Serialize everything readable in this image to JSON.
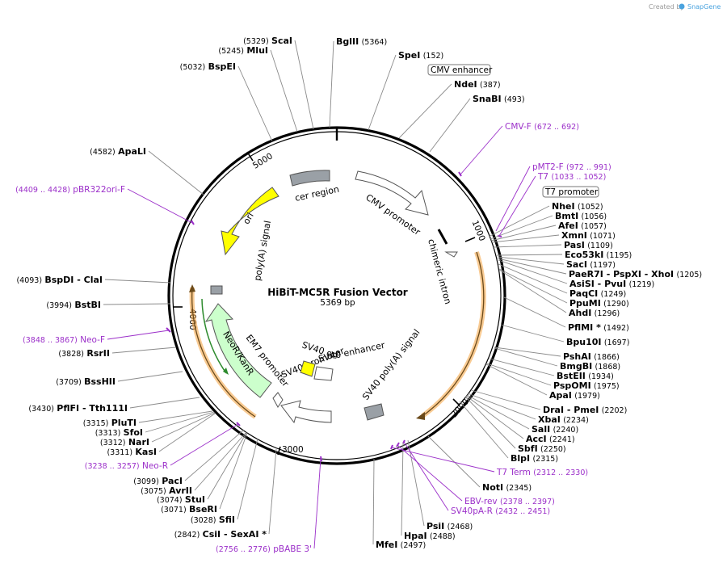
{
  "credit": {
    "prefix": "Created by",
    "brand": "SnapGene"
  },
  "map": {
    "title": "HiBiT-MC5R Fusion Vector",
    "length_label": "5369 bp",
    "total_bp": 5369,
    "ticks": [
      "1000",
      "2000",
      "3000",
      "4000",
      "5000"
    ],
    "colors": {
      "primer": "#9b2fc9",
      "ori": "#ffff00",
      "neo": "#ccffcc",
      "orange": "#f4a13a",
      "grey": "#9aa0a6",
      "sv40_ori": "#ffff00"
    }
  },
  "features": {
    "cmv_promoter": "CMV promoter",
    "cer_region": "cer region",
    "ori": "ori",
    "polya_signal": "poly(A) signal",
    "neor_kanr": "NeoR/KanR",
    "em7_promoter": "EM7 promoter",
    "sv40_promoter": "SV40 promoter",
    "sv40_ori": "SV40 ori",
    "sv40_enhancer": "SV40 enhancer",
    "sv40_polya": "SV40 poly(A) signal",
    "chimeric_intron": "chimeric intron"
  },
  "boxed_labels": {
    "cmv_enhancer": "CMV enhancer",
    "t7_promoter": "T7 promoter"
  },
  "sites": [
    {
      "name": "BglII",
      "pos": "(5364)"
    },
    {
      "name": "ScaI",
      "pos": "(5329)"
    },
    {
      "name": "MluI",
      "pos": "(5245)"
    },
    {
      "name": "BspEI",
      "pos": "(5032)"
    },
    {
      "name": "ApaLI",
      "pos": "(4582)"
    },
    {
      "name": "SpeI",
      "pos": "(152)"
    },
    {
      "name": "NdeI",
      "pos": "(387)"
    },
    {
      "name": "SnaBI",
      "pos": "(493)"
    },
    {
      "name": "NheI",
      "pos": "(1052)"
    },
    {
      "name": "BmtI",
      "pos": "(1056)"
    },
    {
      "name": "AfeI",
      "pos": "(1057)"
    },
    {
      "name": "XmnI",
      "pos": "(1071)"
    },
    {
      "name": "PasI",
      "pos": "(1109)"
    },
    {
      "name": "Eco53kI",
      "pos": "(1195)"
    },
    {
      "name": "SacI",
      "pos": "(1197)"
    },
    {
      "name": "PaeR7I - PspXI - XhoI",
      "pos": "(1205)"
    },
    {
      "name": "AsiSI - PvuI",
      "pos": "(1219)"
    },
    {
      "name": "PaqCI",
      "pos": "(1249)"
    },
    {
      "name": "PpuMI",
      "pos": "(1290)"
    },
    {
      "name": "AhdI",
      "pos": "(1296)"
    },
    {
      "name": "PflMI *",
      "pos": "(1492)"
    },
    {
      "name": "Bpu10I",
      "pos": "(1697)"
    },
    {
      "name": "PshAI",
      "pos": "(1866)"
    },
    {
      "name": "BmgBI",
      "pos": "(1868)"
    },
    {
      "name": "BstEII",
      "pos": "(1934)"
    },
    {
      "name": "PspOMI",
      "pos": "(1975)"
    },
    {
      "name": "ApaI",
      "pos": "(1979)"
    },
    {
      "name": "DraI - PmeI",
      "pos": "(2202)"
    },
    {
      "name": "XbaI",
      "pos": "(2234)"
    },
    {
      "name": "SalI",
      "pos": "(2240)"
    },
    {
      "name": "AccI",
      "pos": "(2241)"
    },
    {
      "name": "SbfI",
      "pos": "(2250)"
    },
    {
      "name": "BlpI",
      "pos": "(2315)"
    },
    {
      "name": "NotI",
      "pos": "(2345)"
    },
    {
      "name": "PsiI",
      "pos": "(2468)"
    },
    {
      "name": "HpaI",
      "pos": "(2488)"
    },
    {
      "name": "MfeI",
      "pos": "(2497)"
    },
    {
      "name": "BspDI - ClaI",
      "pos": "(4093)"
    },
    {
      "name": "BstBI",
      "pos": "(3994)"
    },
    {
      "name": "RsrII",
      "pos": "(3828)"
    },
    {
      "name": "BssHII",
      "pos": "(3709)"
    },
    {
      "name": "PflFI - Tth111I",
      "pos": "(3430)"
    },
    {
      "name": "PluTI",
      "pos": "(3315)"
    },
    {
      "name": "SfoI",
      "pos": "(3313)"
    },
    {
      "name": "NarI",
      "pos": "(3312)"
    },
    {
      "name": "KasI",
      "pos": "(3311)"
    },
    {
      "name": "PacI",
      "pos": "(3099)"
    },
    {
      "name": "AvrII",
      "pos": "(3075)"
    },
    {
      "name": "StuI",
      "pos": "(3074)"
    },
    {
      "name": "BseRI",
      "pos": "(3071)"
    },
    {
      "name": "SfiI",
      "pos": "(3028)"
    },
    {
      "name": "CsiI - SexAI *",
      "pos": "(2842)"
    }
  ],
  "primers": [
    {
      "name": "CMV-F",
      "pos": "(672 .. 692)"
    },
    {
      "name": "pMT2-F",
      "pos": "(972 .. 991)"
    },
    {
      "name": "T7",
      "pos": "(1033 .. 1052)"
    },
    {
      "name": "pBR322ori-F",
      "pos": "(4409 .. 4428)"
    },
    {
      "name": "Neo-F",
      "pos": "(3848 .. 3867)"
    },
    {
      "name": "Neo-R",
      "pos": "(3238 .. 3257)"
    },
    {
      "name": "pBABE 3'",
      "pos": "(2756 .. 2776)"
    },
    {
      "name": "T7 Term",
      "pos": "(2312 .. 2330)"
    },
    {
      "name": "EBV-rev",
      "pos": "(2378 .. 2397)"
    },
    {
      "name": "SV40pA-R",
      "pos": "(2432 .. 2451)"
    }
  ]
}
